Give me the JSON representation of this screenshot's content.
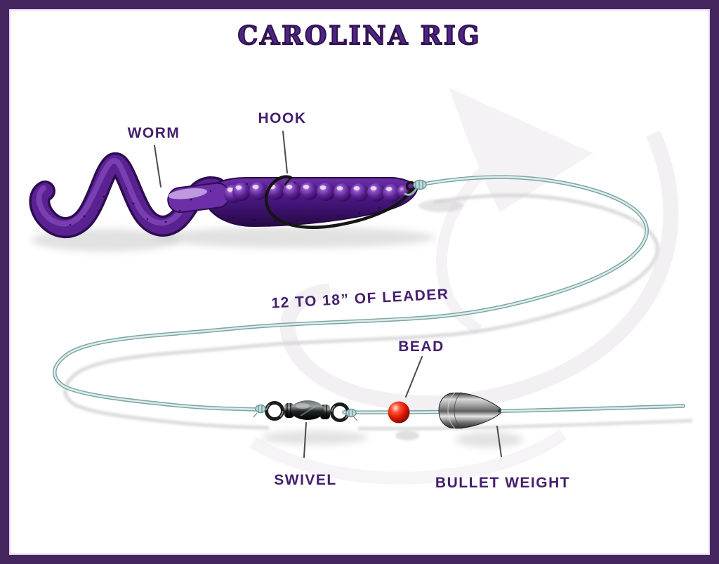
{
  "title": "CAROLINA RIG",
  "labels": {
    "worm": "WORM",
    "hook": "HOOK",
    "leader": "12 TO 18” OF LEADER",
    "bead": "BEAD",
    "swivel": "SWIVEL",
    "bullet_weight": "BULLET WEIGHT"
  },
  "colors": {
    "frame_border": "#46265e",
    "frame_trim": "#e7d7ef",
    "background": "#ffffff",
    "title_text": "#4d2680",
    "label_text": "#45206e",
    "leader_line": "#9fc2c2",
    "worm_body": "#5a2191",
    "bead": "#d41400",
    "bullet_weight": "#8a8a8a",
    "swivel": "#1c1c1c"
  }
}
